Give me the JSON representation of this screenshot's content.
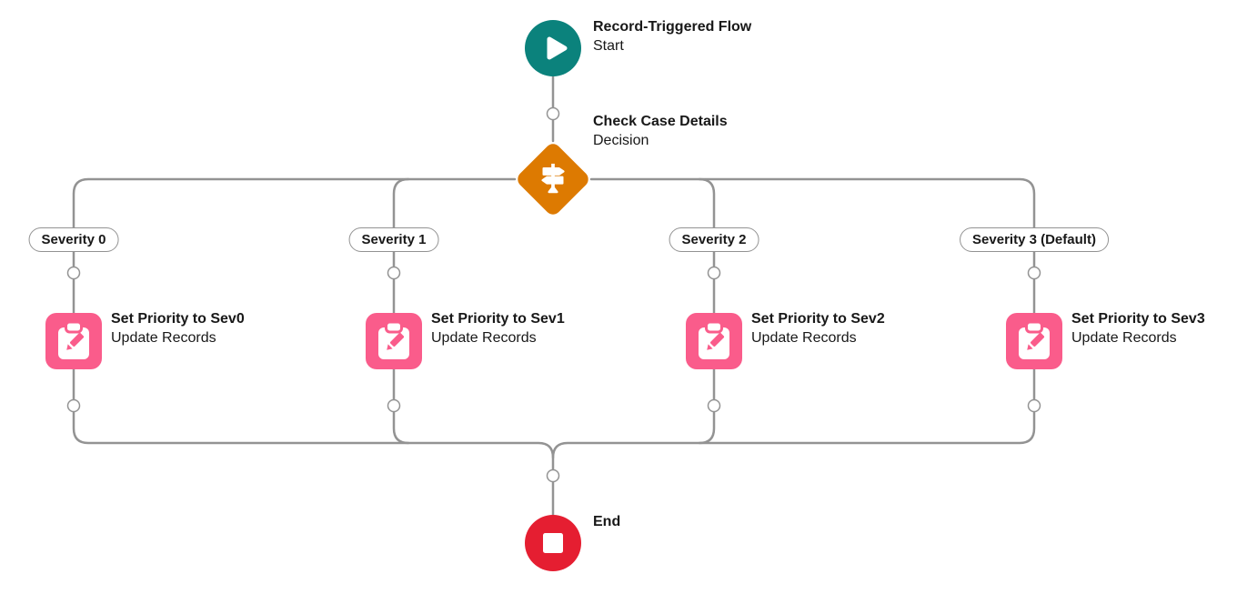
{
  "flow": {
    "start": {
      "title": "Record-Triggered Flow",
      "subtitle": "Start"
    },
    "decision": {
      "title": "Check Case Details",
      "subtitle": "Decision"
    },
    "branches": [
      {
        "label": "Severity 0",
        "element": {
          "title": "Set Priority to Sev0",
          "subtitle": "Update Records"
        }
      },
      {
        "label": "Severity 1",
        "element": {
          "title": "Set Priority to Sev1",
          "subtitle": "Update Records"
        }
      },
      {
        "label": "Severity 2",
        "element": {
          "title": "Set Priority to Sev2",
          "subtitle": "Update Records"
        }
      },
      {
        "label": "Severity 3 (Default)",
        "element": {
          "title": "Set Priority to Sev3",
          "subtitle": "Update Records"
        }
      }
    ],
    "end": {
      "title": "End"
    },
    "icons": {
      "start": "play-icon",
      "decision": "signpost-icon",
      "update": "clipboard-pencil-icon",
      "end": "stop-square-icon",
      "connector_joint": "add-element-dot"
    },
    "colors": {
      "start_node": "#0b827c",
      "decision_node": "#dd7a01",
      "update_node": "#fa5c8b",
      "end_node": "#e51e31",
      "connector": "#939393",
      "text": "#181818",
      "background": "#ffffff"
    }
  }
}
